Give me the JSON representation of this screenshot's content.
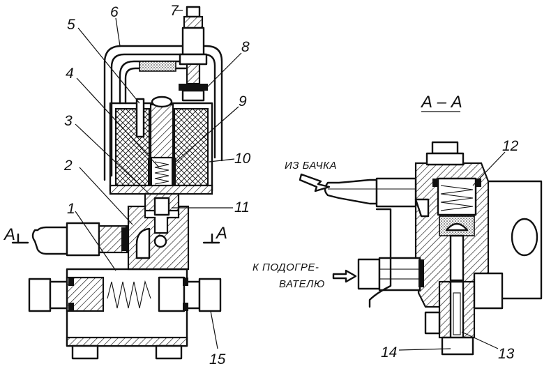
{
  "labels": {
    "n1": "1",
    "n2": "2",
    "n3": "3",
    "n4": "4",
    "n5": "5",
    "n6": "6",
    "n7": "7",
    "n8": "8",
    "n9": "9",
    "n10": "10",
    "n11": "11",
    "n12": "12",
    "n13": "13",
    "n14": "14",
    "n15": "15"
  },
  "section": {
    "title": "А – А",
    "marker_left": "А",
    "marker_right": "А"
  },
  "callouts": {
    "inlet": "ИЗ БАЧКА",
    "outlet_line1": "К ПОДОГРЕ-",
    "outlet_line2": "ВАТЕЛЮ"
  }
}
